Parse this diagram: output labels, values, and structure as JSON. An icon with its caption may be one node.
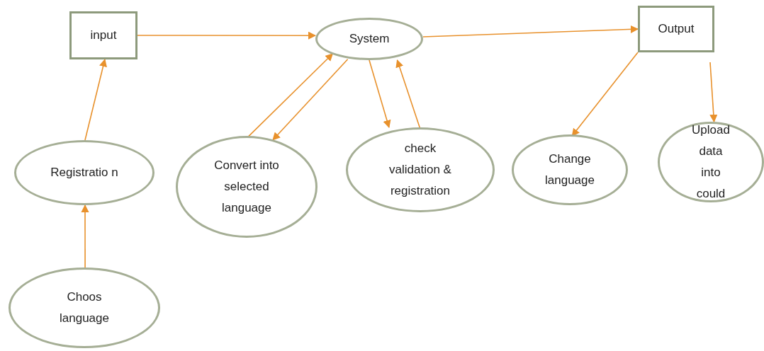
{
  "diagram": {
    "nodes": [
      {
        "text": [
          "input"
        ]
      },
      {
        "text": [
          "System"
        ]
      },
      {
        "text": [
          "Output"
        ]
      },
      {
        "text": [
          "Registratio n"
        ]
      },
      {
        "text": [
          "Choos language"
        ]
      },
      {
        "text": [
          "Convert into selected language"
        ]
      },
      {
        "text": [
          "check validation & registration"
        ]
      },
      {
        "text": [
          "Change language"
        ]
      },
      {
        "text": [
          "Upload data into could"
        ]
      }
    ],
    "edges": [
      {
        "from": 4,
        "to": 3,
        "arrow": "to"
      },
      {
        "from": 3,
        "to": 0,
        "arrow": "to"
      },
      {
        "from": 0,
        "to": 1,
        "arrow": "to"
      },
      {
        "from": 1,
        "to": 2,
        "arrow": "to"
      },
      {
        "from": 5,
        "to": 1,
        "arrow": "to"
      },
      {
        "from": 1,
        "to": 5,
        "arrow": "to"
      },
      {
        "from": 1,
        "to": 6,
        "arrow": "to"
      },
      {
        "from": 6,
        "to": 1,
        "arrow": "to"
      },
      {
        "from": 2,
        "to": 7,
        "arrow": "to"
      },
      {
        "from": null,
        "to": 8,
        "arrow": "to"
      }
    ]
  }
}
